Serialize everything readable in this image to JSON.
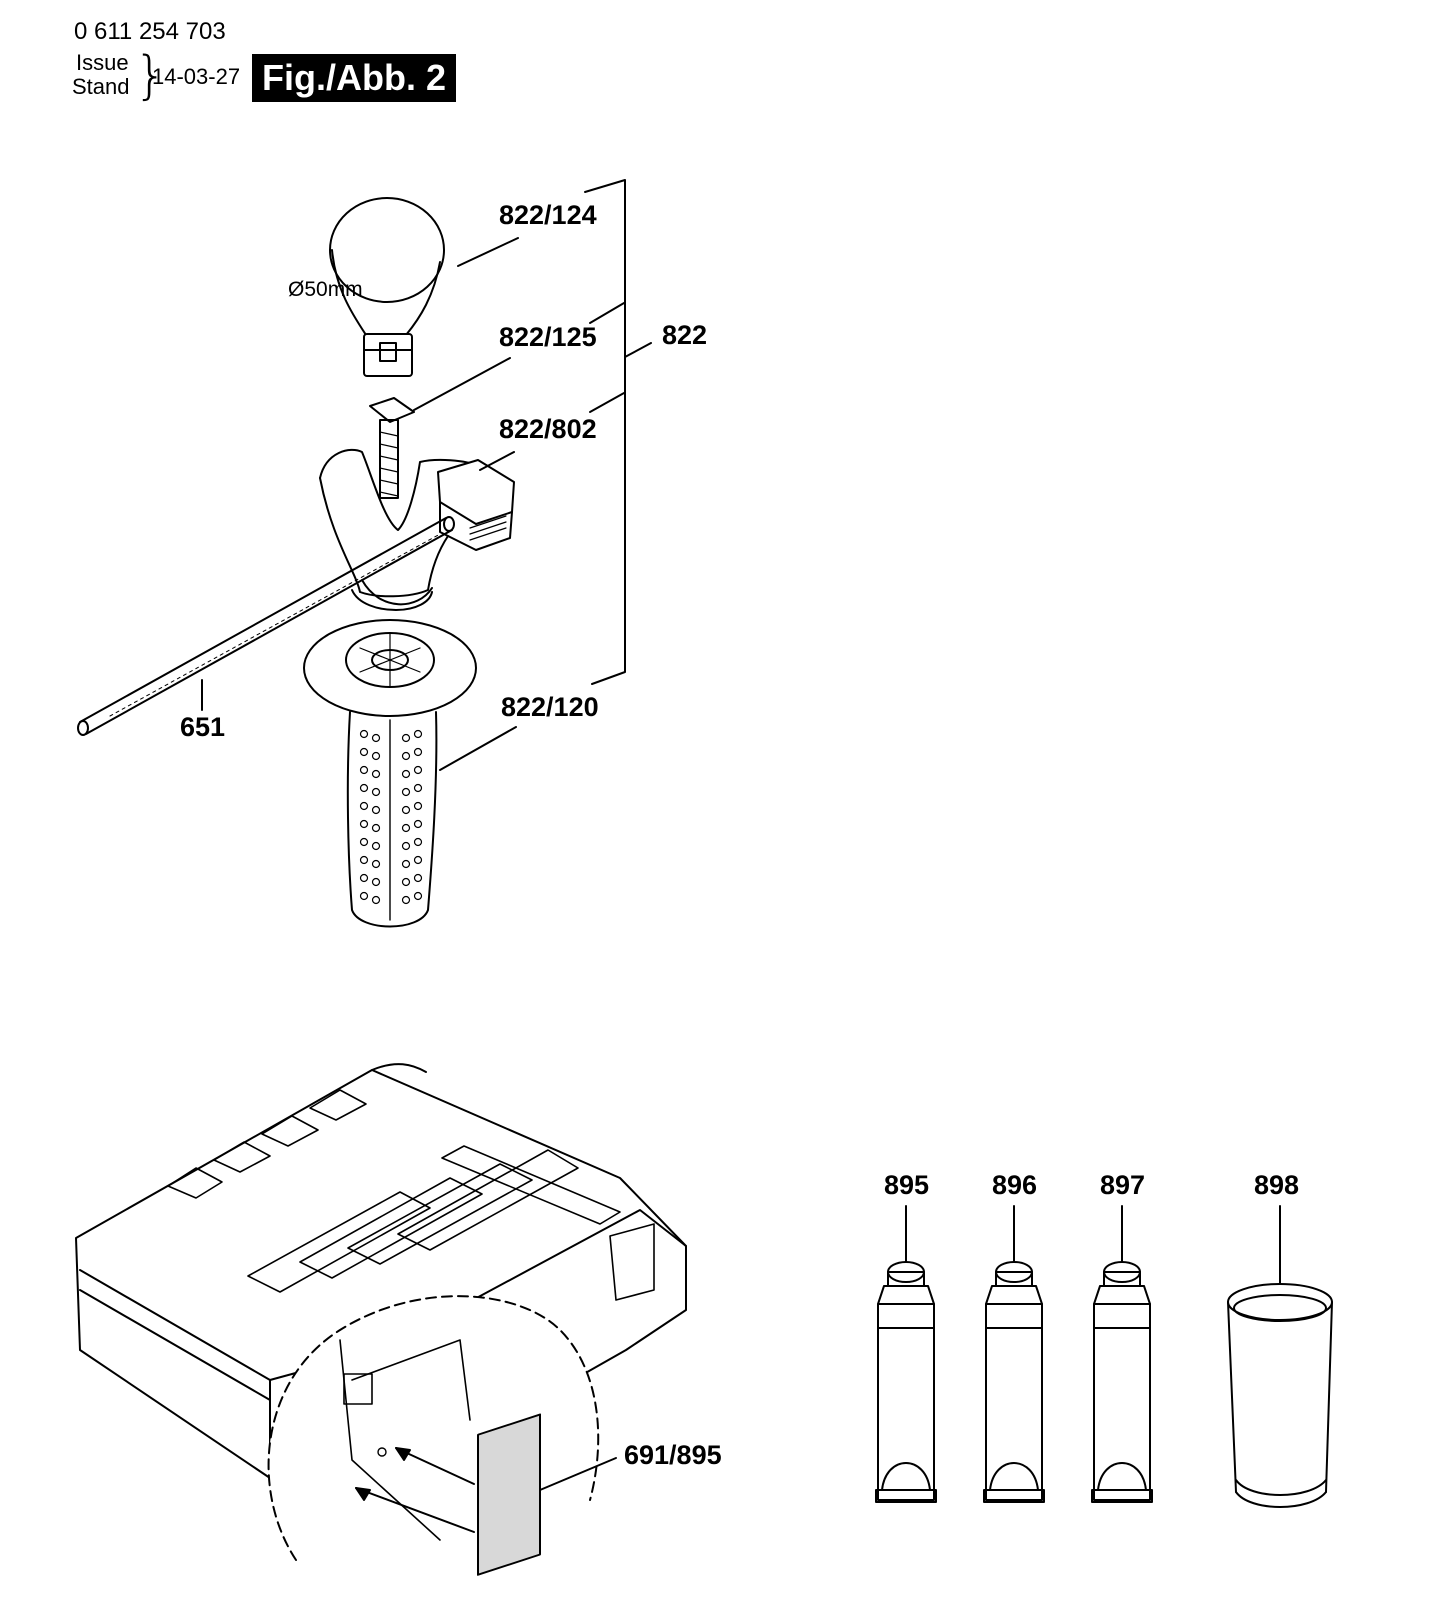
{
  "header": {
    "document_number": "0 611 254 703",
    "issue_label": "Issue",
    "stand_label": "Stand",
    "date": "14-03-27",
    "figure_title": "Fig./Abb. 2"
  },
  "labels": {
    "p822_124": "822/124",
    "p822_125": "822/125",
    "p822": "822",
    "p822_802": "822/802",
    "p822_120": "822/120",
    "p651": "651",
    "diameter": "Ø50mm",
    "p691_895": "691/895",
    "p895": "895",
    "p896": "896",
    "p897": "897",
    "p898": "898"
  },
  "colors": {
    "ink": "#000000",
    "paper": "#ffffff",
    "shade": "#d8d8d8"
  }
}
